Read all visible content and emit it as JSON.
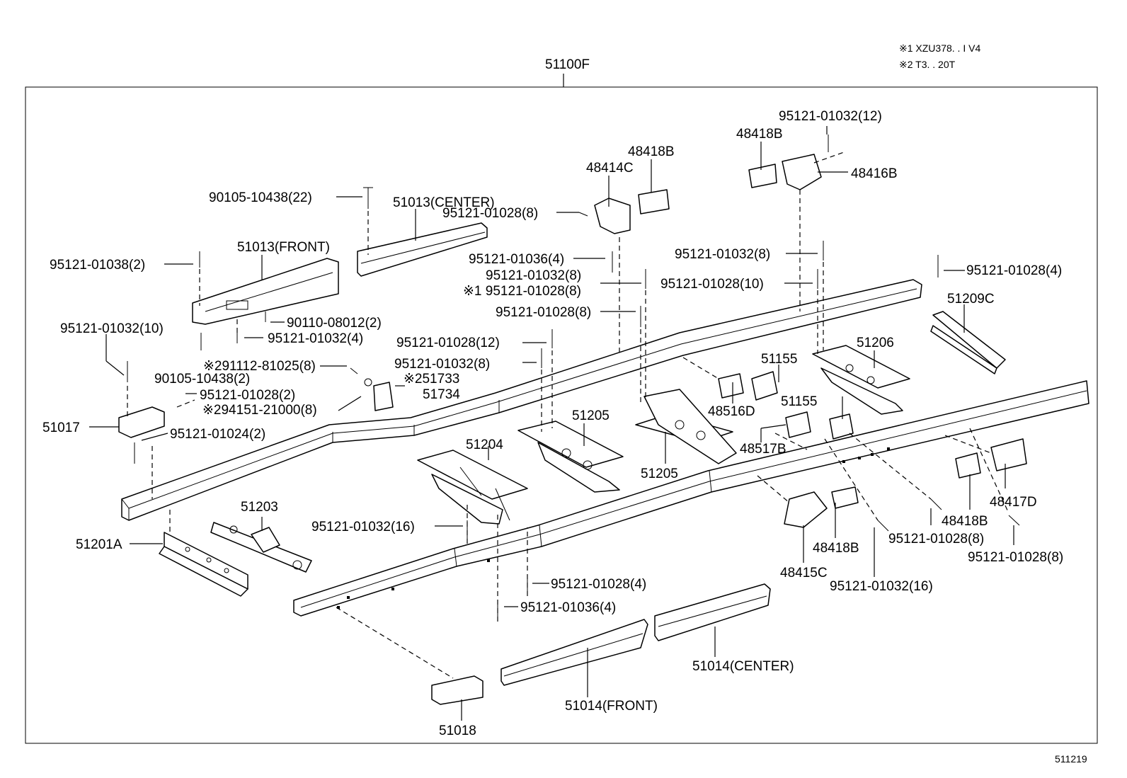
{
  "notes": {
    "n1": "※1  XZU378. . I V4",
    "n2": "※2  T3. . 20T"
  },
  "diagram_code": "511219",
  "labels": {
    "l51100F": "51100F",
    "l51013center": "51013(CENTER)",
    "l51013front": "51013(FRONT)",
    "l90105_22": "90105-10438(22)",
    "l95121_01028_8a": "95121-01028(8)",
    "l48414C": "48414C",
    "l48418B_a": "48418B",
    "l48418B_b": "48418B",
    "l95121_01032_12": "95121-01032(12)",
    "l48416B": "48416B",
    "l95121_01038_2": "95121-01038(2)",
    "l95121_01036_4a": "95121-01036(4)",
    "l95121_01032_8a": "95121-01032(8)",
    "l95121_01028_8b": "※1 95121-01028(8)",
    "l95121_01032_8b": "95121-01032(8)",
    "l95121_01028_10": "95121-01028(10)",
    "l95121_01028_4a": "95121-01028(4)",
    "l90110_2": "90110-08012(2)",
    "l95121_01032_10": "95121-01032(10)",
    "l95121_01032_4": "95121-01032(4)",
    "l95121_01028_8c": "95121-01028(8)",
    "l51209C": "51209C",
    "l95121_01028_12": "95121-01028(12)",
    "l51155a": "51155",
    "l51206": "51206",
    "l91112": "※291112-81025(8)",
    "l95121_01032_8c": "95121-01032(8)",
    "l90105_2": "90105-10438(2)",
    "l51733": "※251733",
    "l51734": "51734",
    "l95121_01028_2": "95121-01028(2)",
    "l94151": "※294151-21000(8)",
    "l51205a": "51205",
    "l48516D": "48516D",
    "l51155b": "51155",
    "l51017": "51017",
    "l95121_01024_2": "95121-01024(2)",
    "l48517B": "48517B",
    "l51204": "51204",
    "l51205b": "51205",
    "l48417D": "48417D",
    "l51203": "51203",
    "l48418B_c": "48418B",
    "l95121_01032_16a": "95121-01032(16)",
    "l48418B_d": "48418B",
    "l95121_01028_8d": "95121-01028(8)",
    "l51201A": "51201A",
    "l95121_01028_8e": "95121-01028(8)",
    "l48415C": "48415C",
    "l95121_01028_4b": "95121-01028(4)",
    "l95121_01032_16b": "95121-01032(16)",
    "l95121_01036_4b": "95121-01036(4)",
    "l51014center": "51014(CENTER)",
    "l51014front": "51014(FRONT)",
    "l51018": "51018"
  }
}
